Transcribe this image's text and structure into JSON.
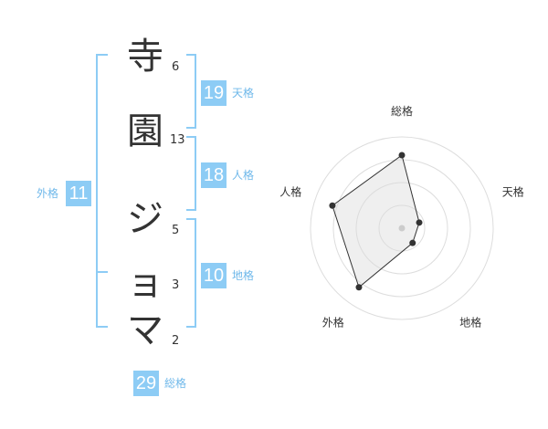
{
  "name": {
    "chars": [
      {
        "char": "寺",
        "strokes": "6"
      },
      {
        "char": "園",
        "strokes": "13"
      },
      {
        "char": "ジ",
        "strokes": "5"
      },
      {
        "char": "ョ",
        "strokes": "3"
      },
      {
        "char": "マ",
        "strokes": "2"
      }
    ]
  },
  "fortune": {
    "tenkaku": {
      "value": "19",
      "label": "天格"
    },
    "jinkaku": {
      "value": "18",
      "label": "人格"
    },
    "chikaku": {
      "value": "10",
      "label": "地格"
    },
    "gaikaku": {
      "value": "11",
      "label": "外格"
    },
    "soukaku": {
      "value": "29",
      "label": "総格"
    }
  },
  "colors": {
    "accent": "#8dccf5",
    "accent_text": "#6fb8ea",
    "bracket": "#8dccf5"
  },
  "chart_data": {
    "type": "radar",
    "axes": [
      "総格",
      "天格",
      "地格",
      "外格",
      "人格"
    ],
    "values": [
      0.8,
      0.2,
      0.2,
      0.8,
      0.8
    ],
    "rings": 4
  }
}
